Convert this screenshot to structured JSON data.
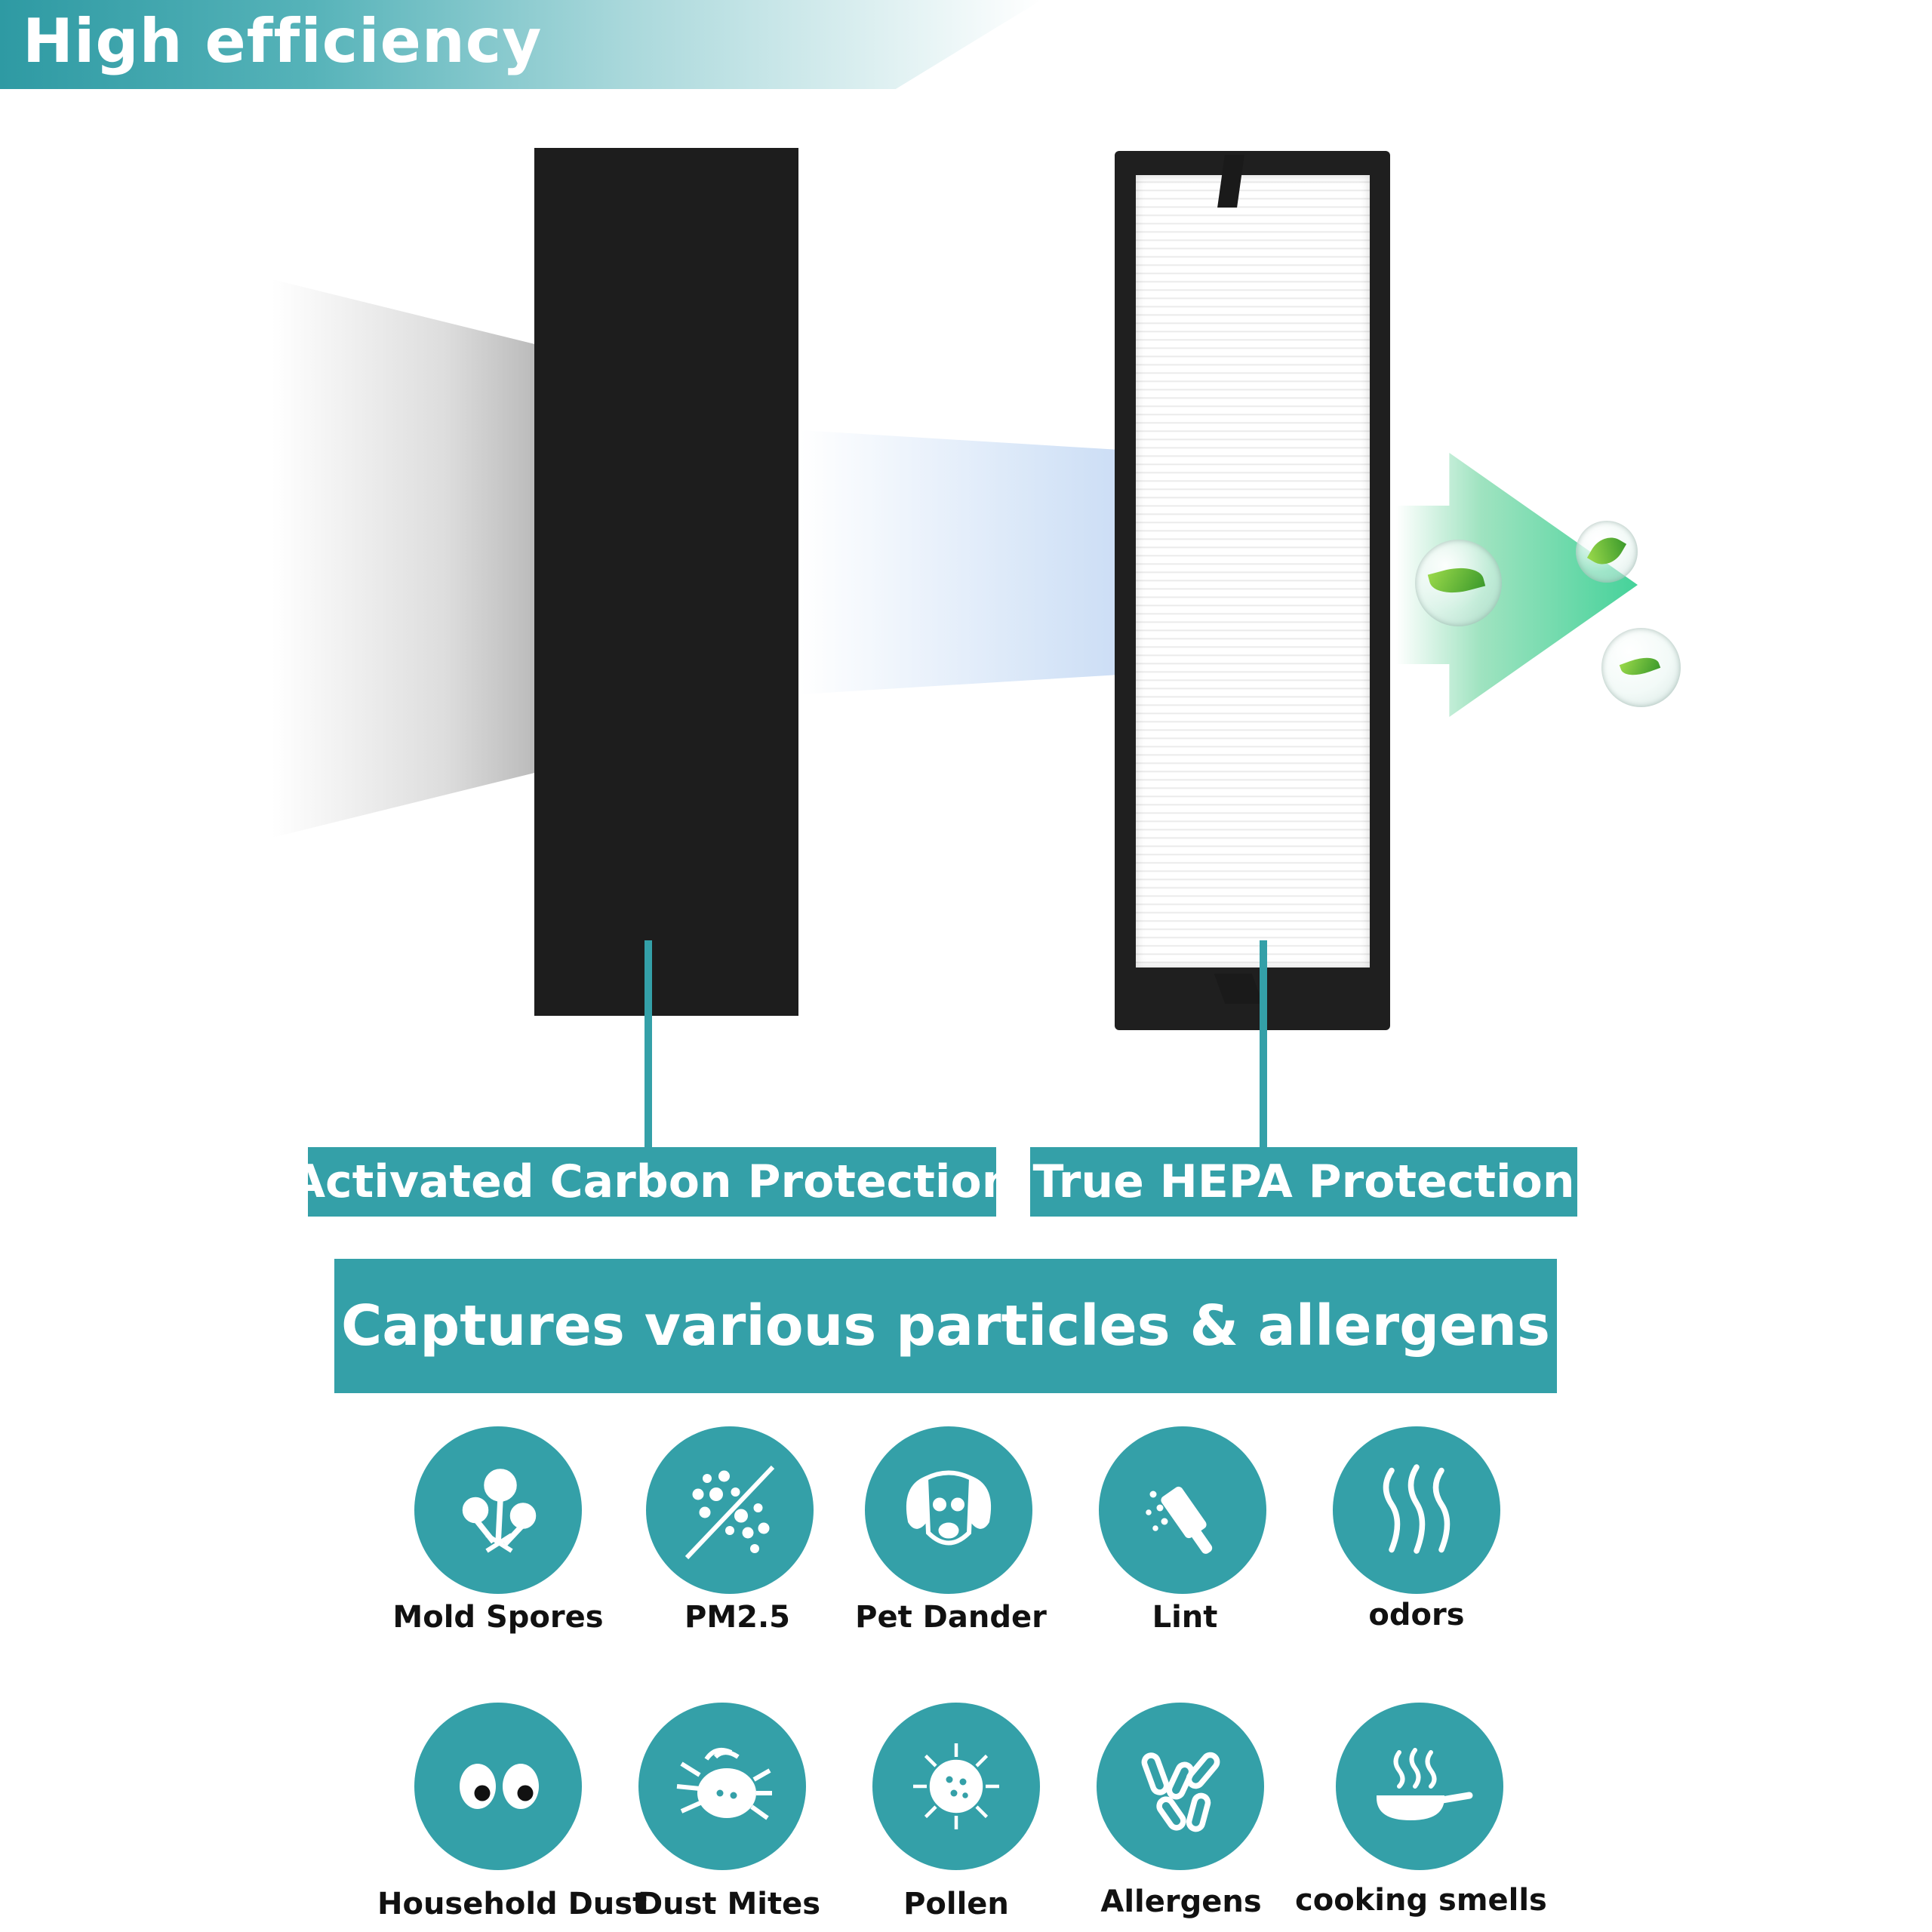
{
  "header": {
    "title": "High efficiency"
  },
  "callouts": {
    "carbon": "Activated Carbon Protection",
    "hepa": "True HEPA Protection"
  },
  "captures_banner": "Captures various particles & allergens",
  "particles": [
    {
      "label": "Mold Spores",
      "icon": "mold-spores-icon"
    },
    {
      "label": "PM2.5",
      "icon": "pm25-icon"
    },
    {
      "label": "Pet Dander",
      "icon": "pet-dander-icon"
    },
    {
      "label": "Lint",
      "icon": "lint-roller-icon"
    },
    {
      "label": "odors",
      "icon": "odor-waves-icon"
    },
    {
      "label": "Household Dust",
      "icon": "household-dust-icon"
    },
    {
      "label": "Dust Mites",
      "icon": "dust-mite-icon"
    },
    {
      "label": "Pollen",
      "icon": "pollen-icon"
    },
    {
      "label": "Allergens",
      "icon": "allergens-icon"
    },
    {
      "label": "cooking smells",
      "icon": "cooking-pan-icon"
    }
  ],
  "colors": {
    "teal": "#34a0a8",
    "green_air": "#45d29a",
    "filter_black": "#1d1d1d"
  }
}
